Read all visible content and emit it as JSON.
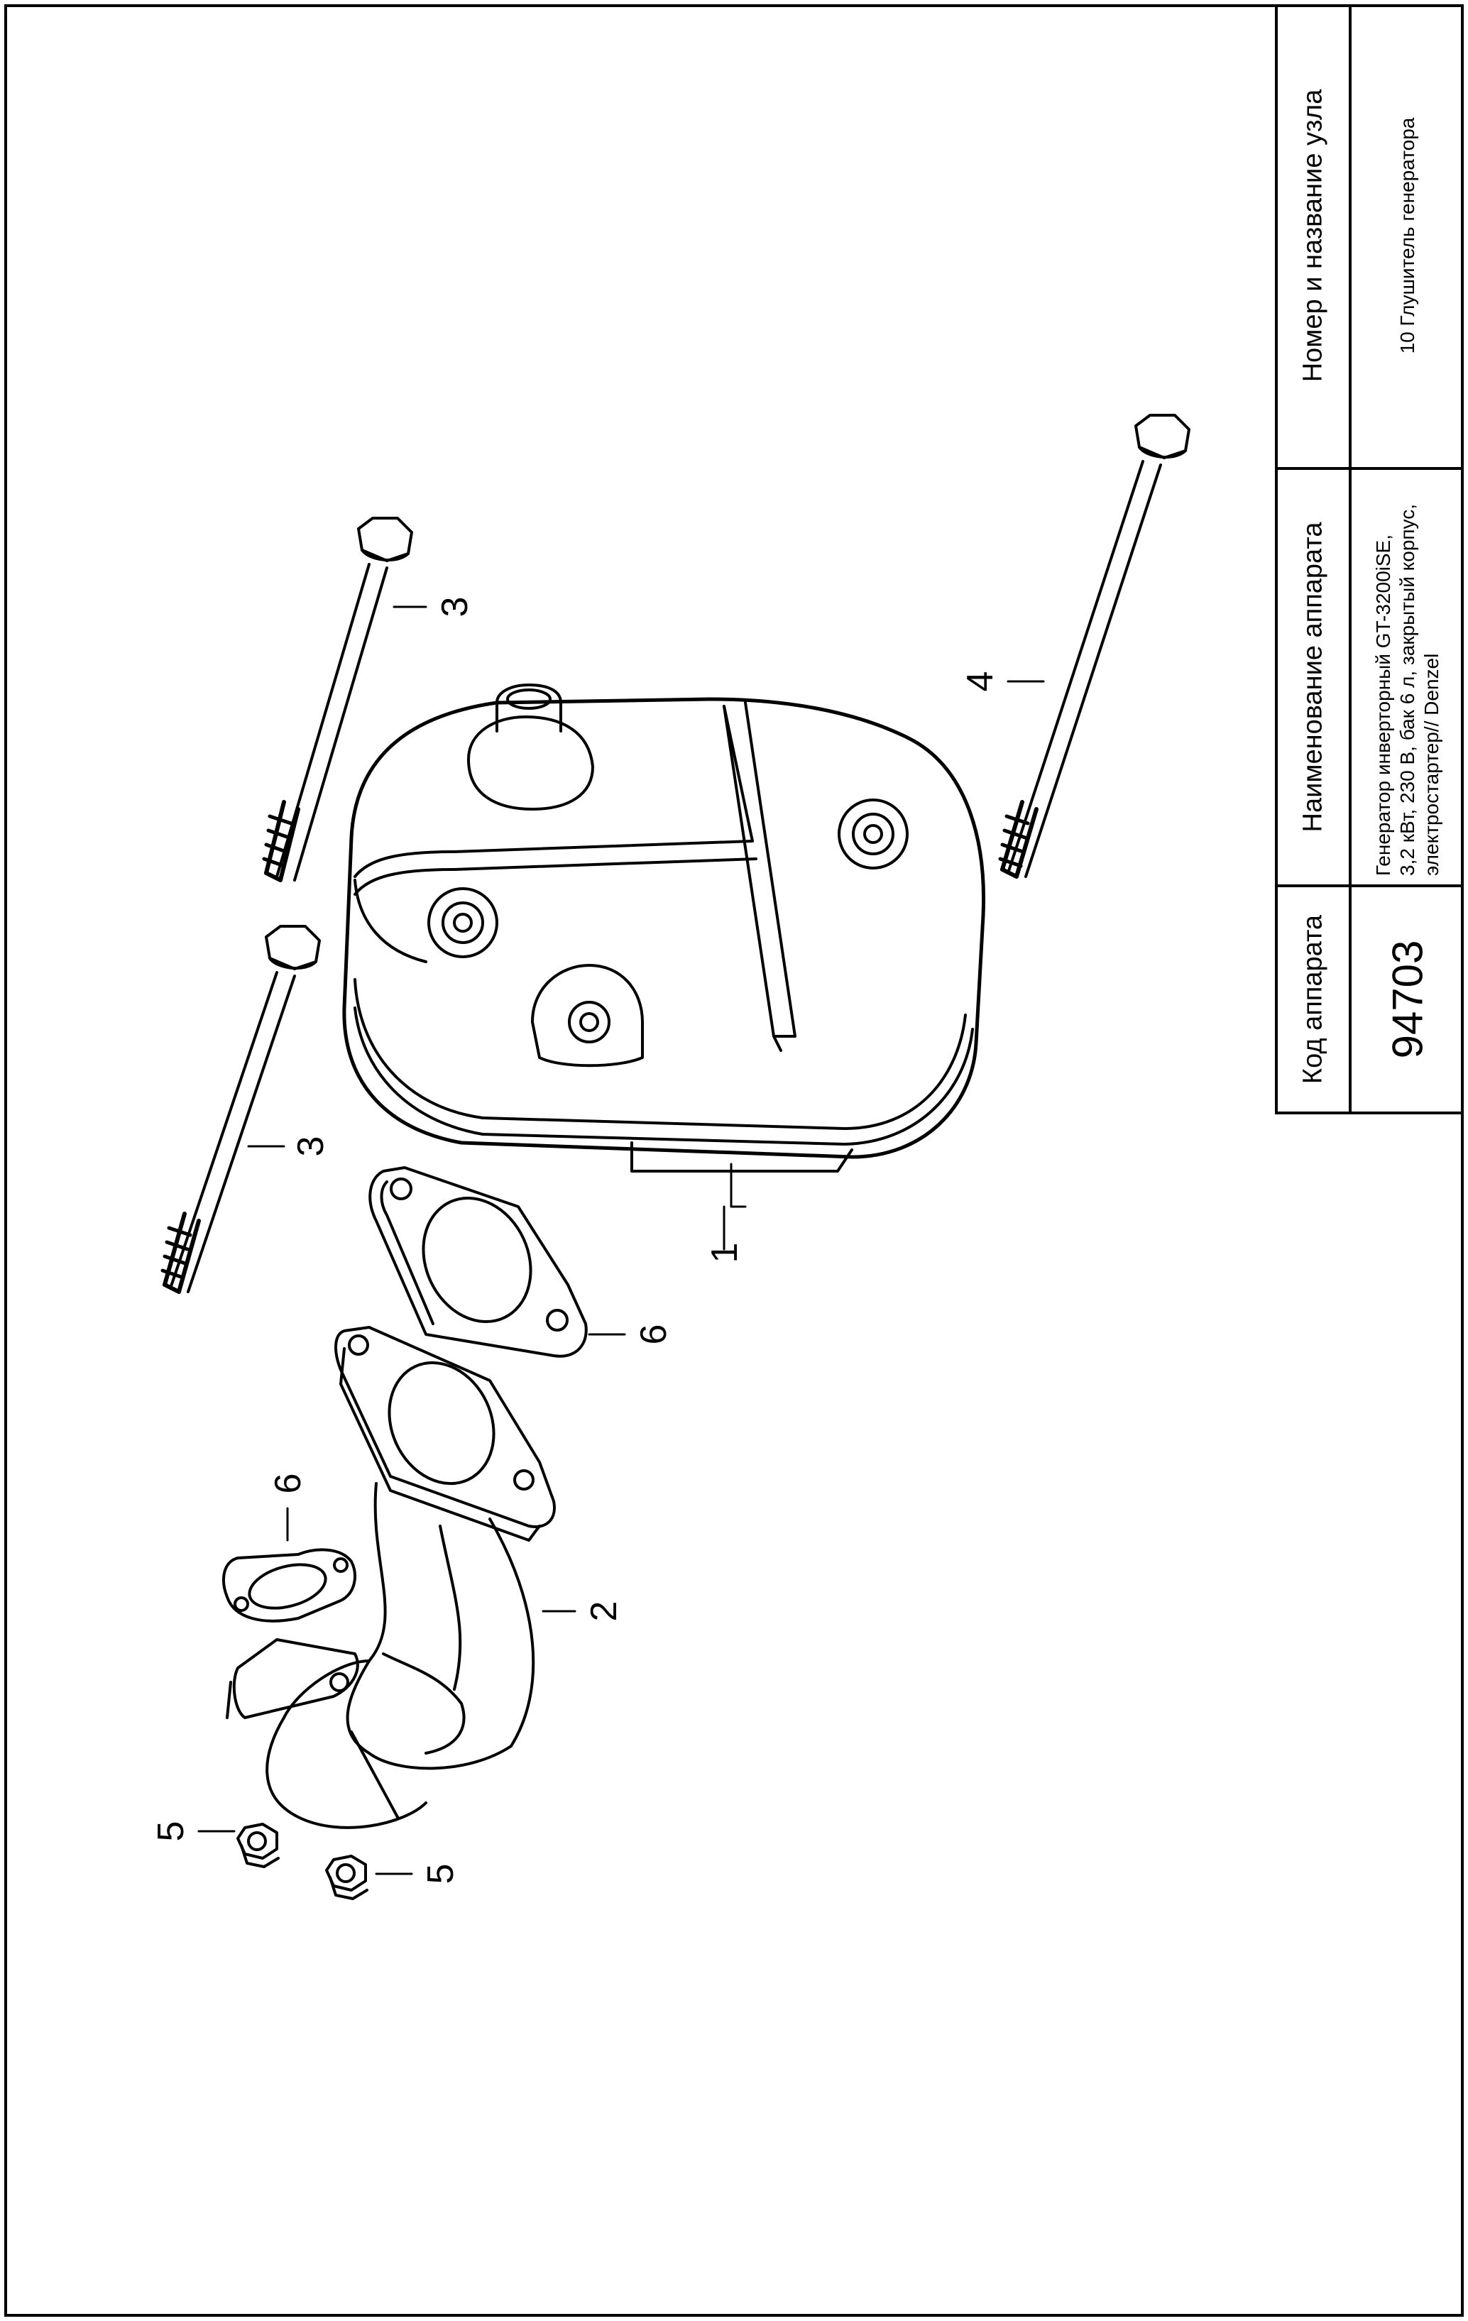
{
  "table": {
    "col_code_header": "Код аппарата",
    "code_value": "94703",
    "col_name_header": "Наименование аппарата",
    "name_value_lines": [
      "Генератор инверторный GT-3200iSE,",
      "3,2 кВт, 230 В, бак 6 л, закрытый корпус,",
      "электростартер// Denzel"
    ],
    "col_node_header": "Номер и название узла",
    "node_value": "10 Глушитель генератора"
  },
  "callouts": {
    "muffler": "1",
    "exhaust_pipe": "2",
    "bolt_long_top": "3",
    "bolt_long_bottom": "3",
    "bolt_extra_long": "4",
    "nut_left": "5",
    "nut_right": "5",
    "gasket_large": "6",
    "gasket_small": "6"
  }
}
